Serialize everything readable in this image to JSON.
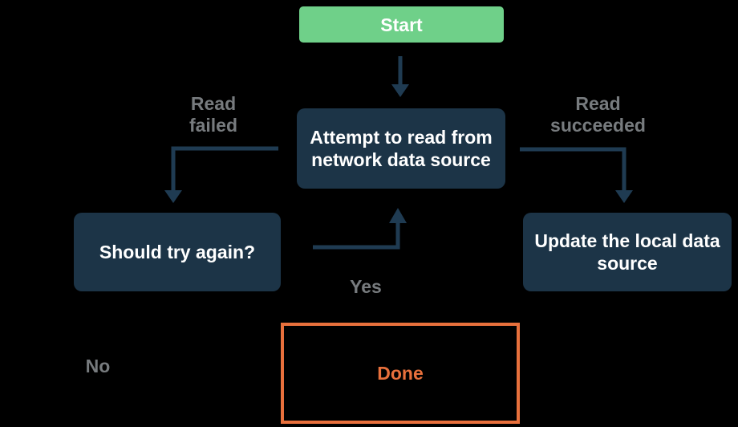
{
  "colors": {
    "background": "#000000",
    "green": "#6FD089",
    "navy": "#1C3447",
    "arrow": "#1F3B52",
    "gray": "#777B7E",
    "orange": "#E8703C",
    "white": "#FFFFFF"
  },
  "nodes": {
    "start": {
      "label": "Start"
    },
    "attempt": {
      "label": "Attempt to read from network data source"
    },
    "should_try": {
      "label": "Should try again?"
    },
    "update": {
      "label": "Update the local data source"
    },
    "done": {
      "label": "Done"
    }
  },
  "edge_labels": {
    "read_failed": "Read failed",
    "read_succeeded": "Read succeeded",
    "yes": "Yes",
    "no": "No"
  }
}
